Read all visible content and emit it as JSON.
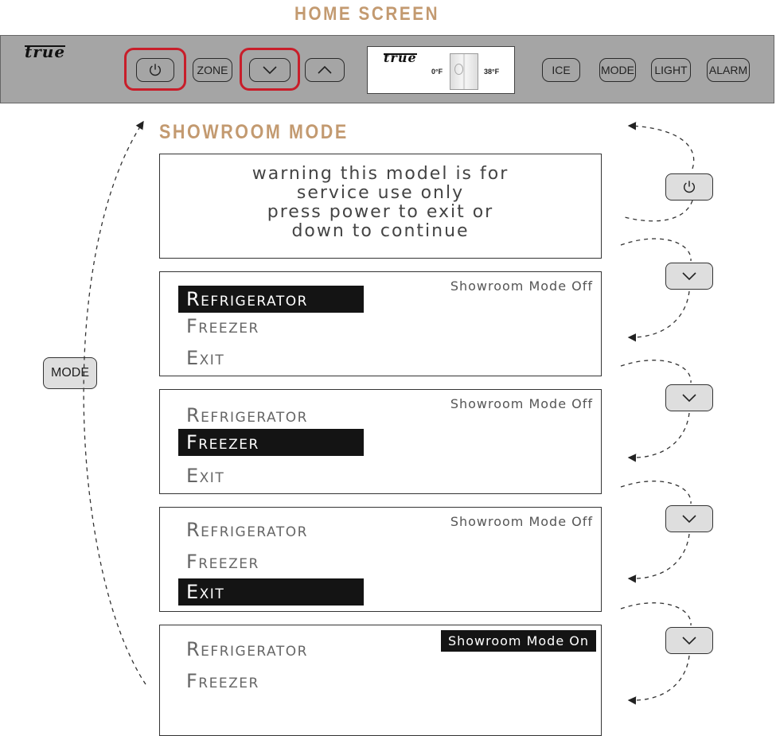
{
  "headings": {
    "home": "HOME SCREEN",
    "showroom": "SHOWROOM MODE"
  },
  "panel": {
    "logo": "true",
    "buttons": {
      "zone": "ZONE",
      "ice": "ICE",
      "mode": "MODE",
      "light": "LIGHT",
      "alarm": "ALARM"
    },
    "icons": [
      "power-icon",
      "chevron-down-icon",
      "chevron-up-icon"
    ],
    "highlighted": [
      "power",
      "down"
    ],
    "highlight_color": "#c81e2a",
    "mini_display": {
      "logo": "true",
      "freezer_temp": "0°F",
      "fridge_temp": "38°F"
    }
  },
  "warning_screen": {
    "lines": [
      "warning this model is for",
      "service use only",
      "press power to exit or",
      "down to continue"
    ]
  },
  "menu_screens": [
    {
      "items": [
        "Refrigerator",
        "Freezer",
        "Exit"
      ],
      "selected": 0,
      "status": "Showroom Mode Off",
      "status_highlighted": false
    },
    {
      "items": [
        "Refrigerator",
        "Freezer",
        "Exit"
      ],
      "selected": 1,
      "status": "Showroom Mode Off",
      "status_highlighted": false
    },
    {
      "items": [
        "Refrigerator",
        "Freezer",
        "Exit"
      ],
      "selected": 2,
      "status": "Showroom Mode Off",
      "status_highlighted": false
    },
    {
      "items": [
        "Refrigerator",
        "Freezer"
      ],
      "selected": -1,
      "status": "Showroom Mode On",
      "status_highlighted": true
    }
  ],
  "side": {
    "mode_button": "MODE",
    "step_buttons": [
      "power-icon",
      "chevron-down-icon",
      "chevron-down-icon",
      "chevron-down-icon",
      "chevron-down-icon"
    ]
  }
}
